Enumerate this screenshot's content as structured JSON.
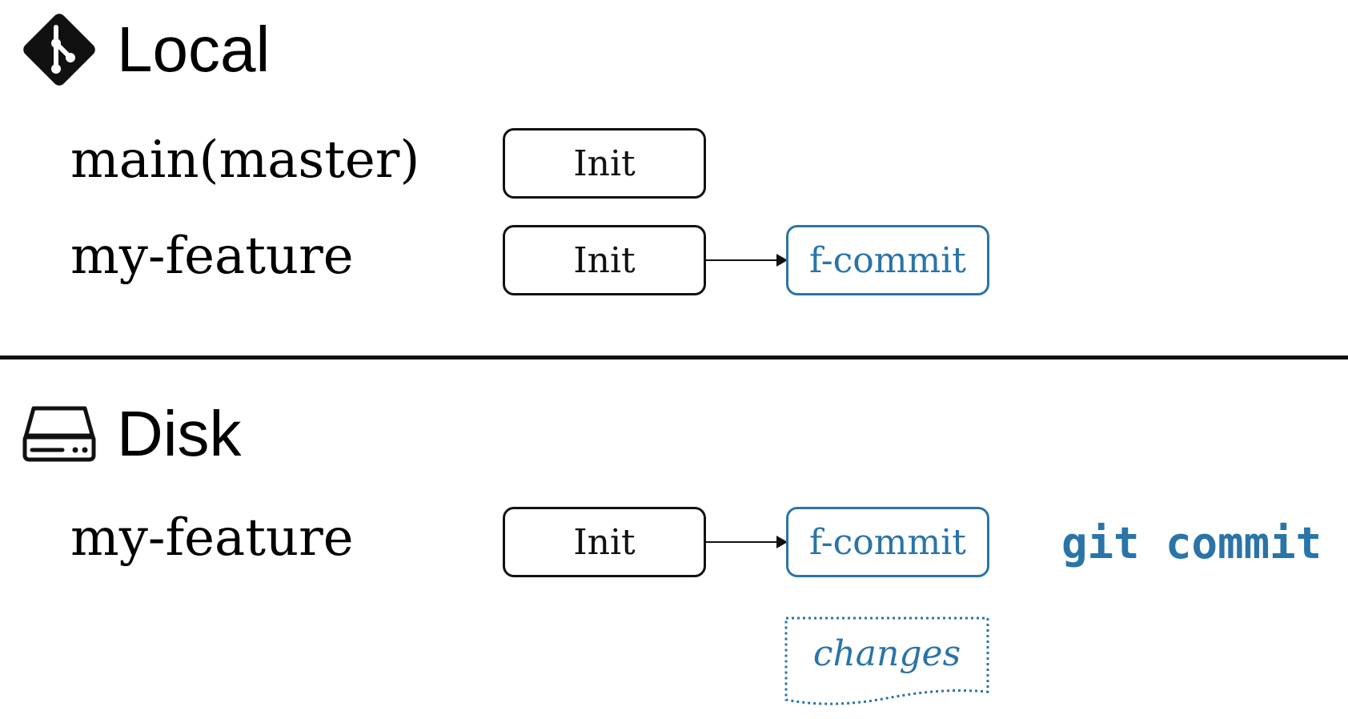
{
  "local": {
    "title": "Local",
    "icon": "git-diamond-icon",
    "branches": [
      {
        "label": "main(master)",
        "commits": [
          "Init"
        ]
      },
      {
        "label": "my-feature",
        "commits": [
          "Init",
          "f-commit"
        ]
      }
    ]
  },
  "disk": {
    "title": "Disk",
    "icon": "hard-drive-icon",
    "branch": {
      "label": "my-feature",
      "commits": [
        "Init",
        "f-commit"
      ]
    },
    "command": "git commit",
    "changes_label": "changes"
  },
  "colors": {
    "accent": "#2a74a8",
    "ink": "#111111"
  }
}
